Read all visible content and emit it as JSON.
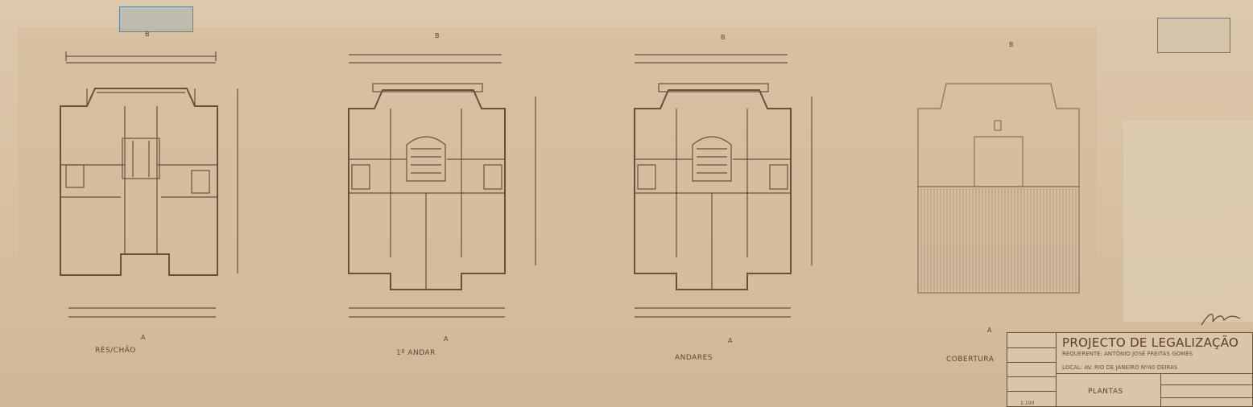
{
  "plans": [
    {
      "id": "res-chao",
      "label": "RÉS/CHÃO"
    },
    {
      "id": "primeiro-andar",
      "label": "1º ANDAR"
    },
    {
      "id": "andares",
      "label": "ANDARES"
    },
    {
      "id": "cobertura",
      "label": "COBERTURA"
    }
  ],
  "section_marks": {
    "b": "B",
    "a": "A"
  },
  "titleblock": {
    "title": "PROJECTO DE LEGALIZAÇÃO",
    "requerente": "REQUERENTE: ANTÓNIO JOSÉ FREITAS GOMES",
    "local": "LOCAL: AV. RIO DE JANEIRO Nº40 OEIRAS",
    "sheet": "PLANTAS",
    "scale": "1:100"
  },
  "colors": {
    "ink": "#6b5038",
    "paper": "#d8c3a5",
    "stamp_blue": "#5d86a6"
  }
}
